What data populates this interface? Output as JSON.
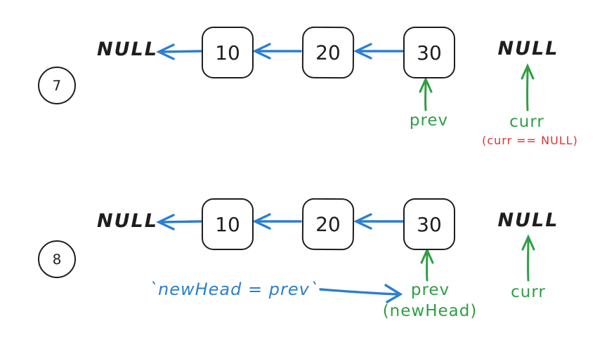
{
  "colors": {
    "arrow_blue": "#2b7fd0",
    "pointer_green": "#2f9e44",
    "note_red": "#e03131",
    "ink": "#1e1e1e"
  },
  "step7": {
    "badge": "7",
    "null_left": "NULL",
    "null_right": "NULL",
    "nodes": [
      "10",
      "20",
      "30"
    ],
    "prev_label": "prev",
    "curr_label": "curr",
    "curr_note": "(curr == NULL)"
  },
  "step8": {
    "badge": "8",
    "null_left": "NULL",
    "null_right": "NULL",
    "nodes": [
      "10",
      "20",
      "30"
    ],
    "prev_label": "prev",
    "prev_note": "(newHead)",
    "curr_label": "curr",
    "code_note": "`newHead = prev`"
  }
}
